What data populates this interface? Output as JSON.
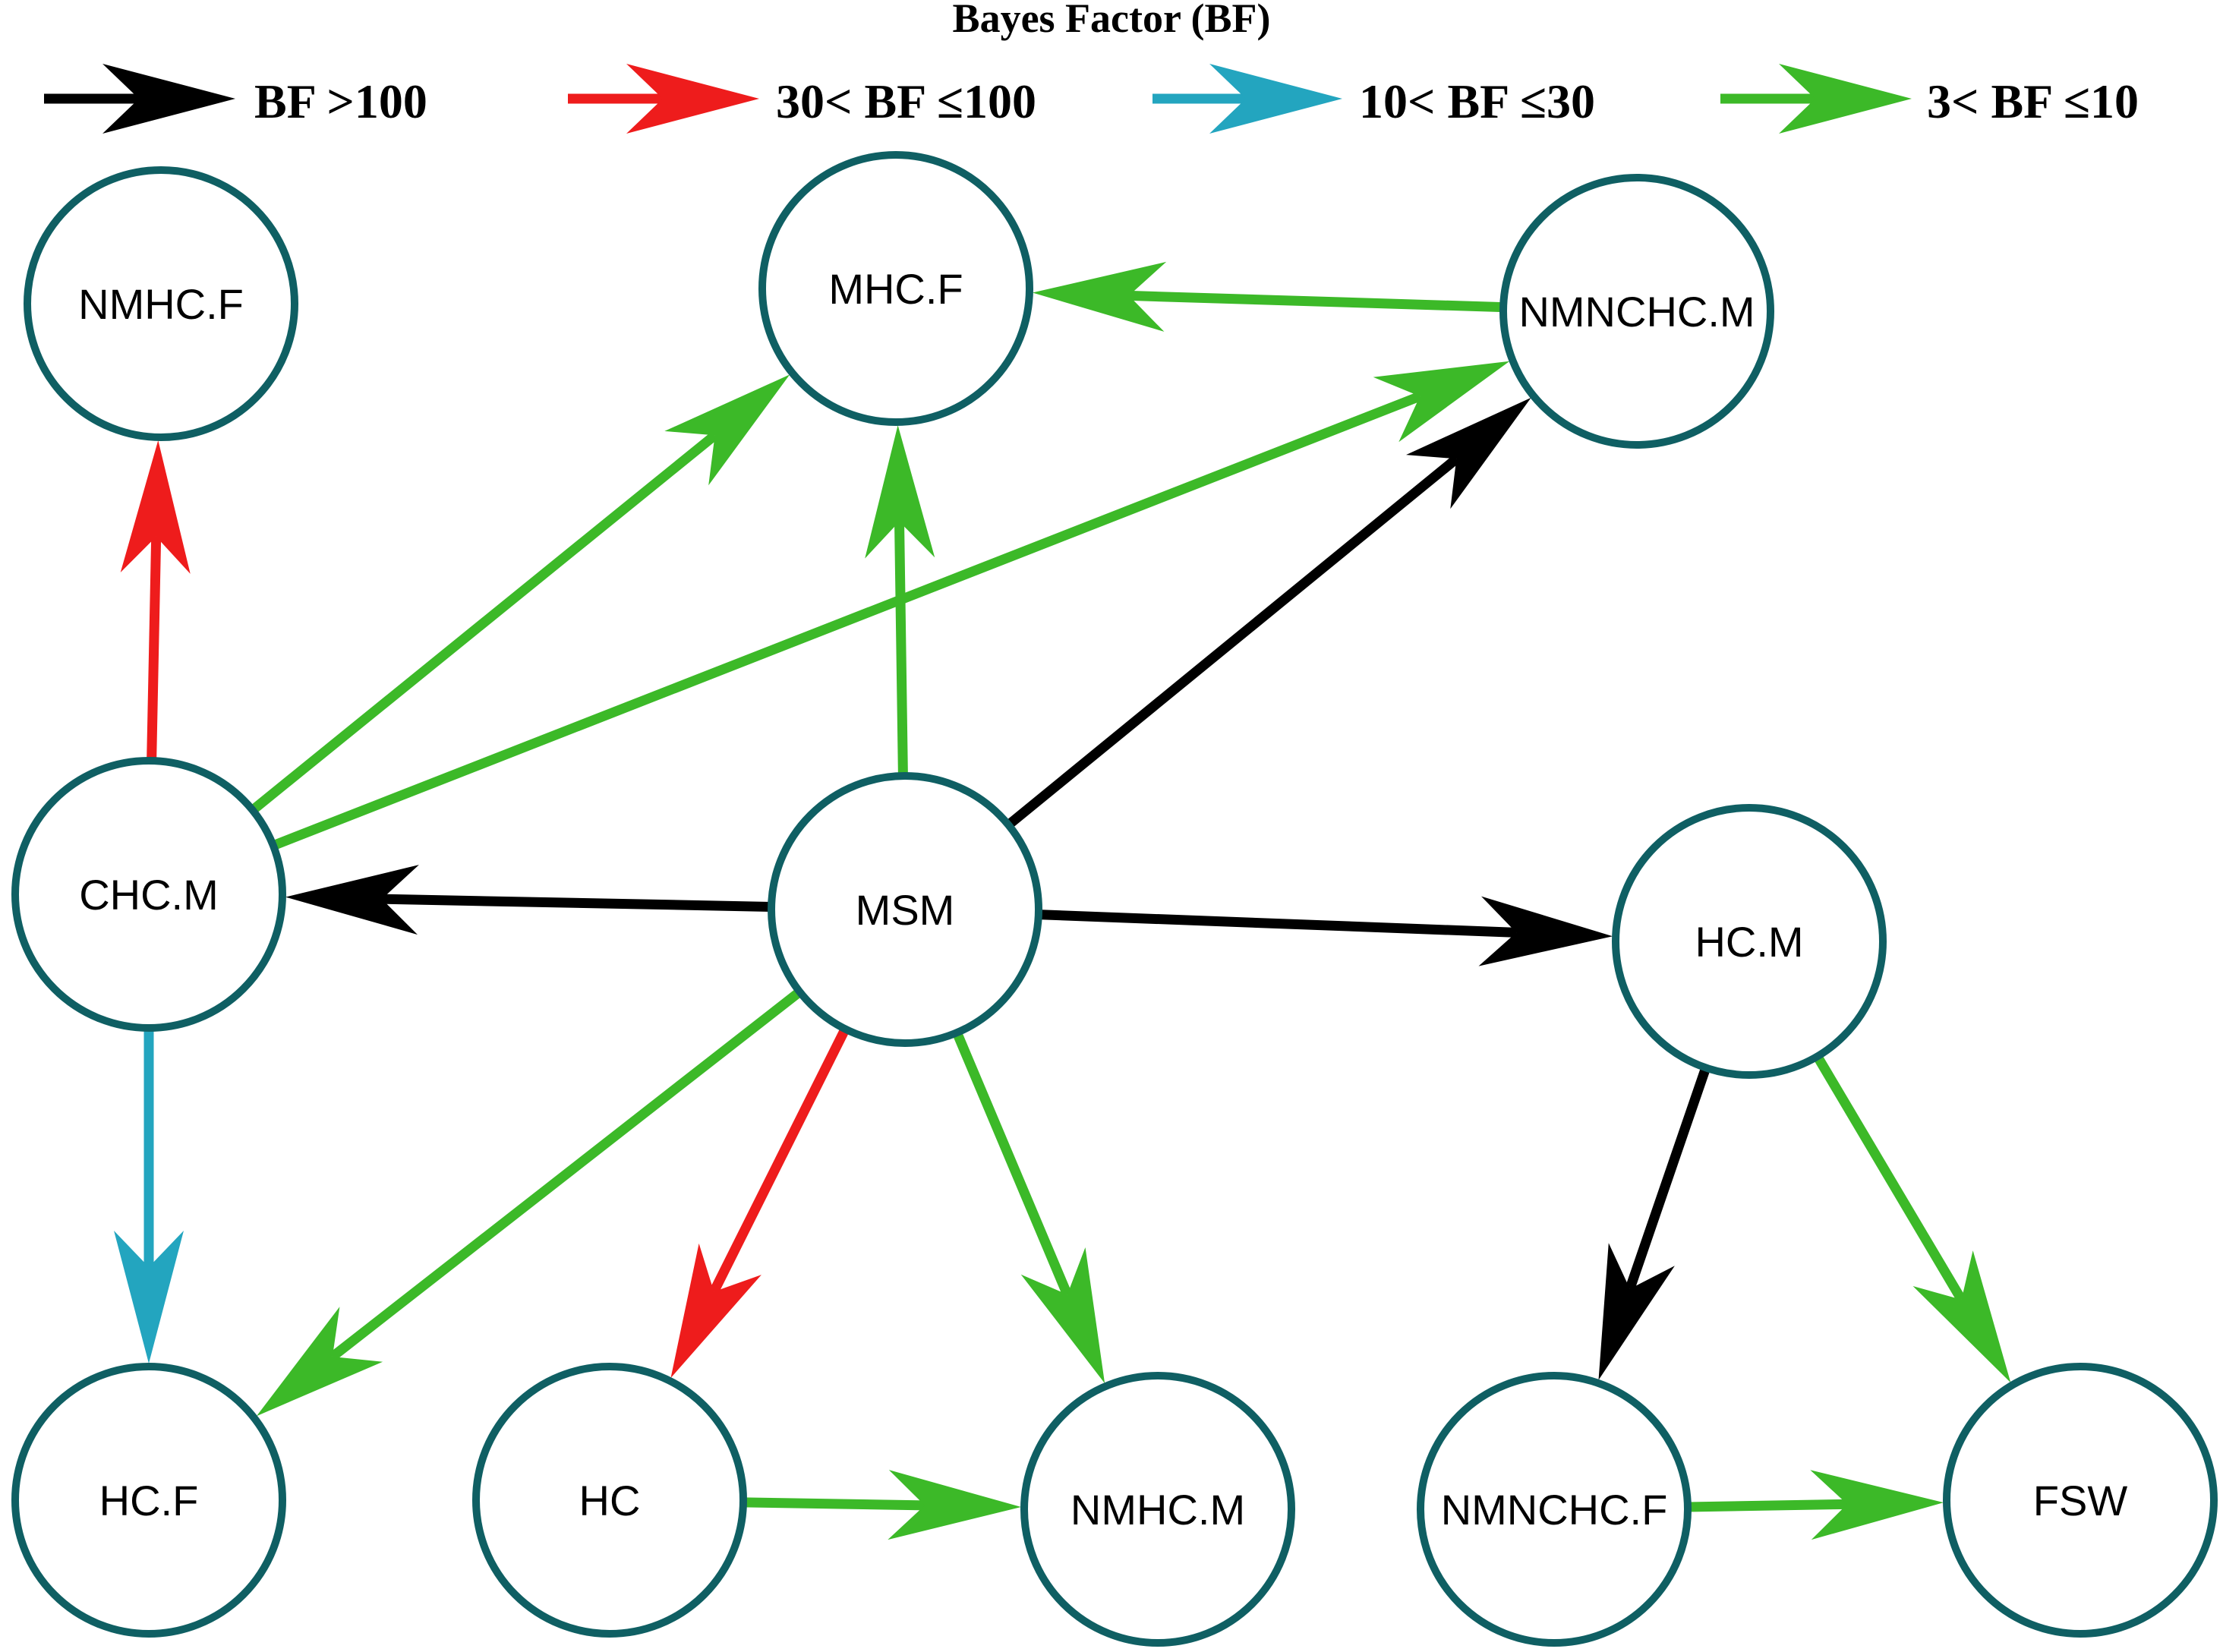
{
  "legend": {
    "title": "Bayes Factor (BF)",
    "items": [
      {
        "key": "very_strong",
        "label": "BF >100",
        "color": "#000000"
      },
      {
        "key": "strong",
        "label": "30< BF ≤100",
        "color": "#ee1c1c"
      },
      {
        "key": "moderate",
        "label": "10< BF ≤30",
        "color": "#23a5bf"
      },
      {
        "key": "substantial",
        "label": "3< BF ≤10",
        "color": "#3cb928"
      }
    ]
  },
  "nodes": [
    {
      "id": "NMHC.F",
      "label": "NMHC.F"
    },
    {
      "id": "MHC.F",
      "label": "MHC.F"
    },
    {
      "id": "NMNCHC.M",
      "label": "NMNCHC.M"
    },
    {
      "id": "CHC.M",
      "label": "CHC.M"
    },
    {
      "id": "MSM",
      "label": "MSM"
    },
    {
      "id": "HC.M",
      "label": "HC.M"
    },
    {
      "id": "HC.F",
      "label": "HC.F"
    },
    {
      "id": "HC",
      "label": "HC"
    },
    {
      "id": "NMHC.M",
      "label": "NMHC.M"
    },
    {
      "id": "NMNCHC.F",
      "label": "NMNCHC.F"
    },
    {
      "id": "FSW",
      "label": "FSW"
    }
  ],
  "edges": [
    {
      "from": "CHC.M",
      "to": "NMHC.F",
      "strength": "strong"
    },
    {
      "from": "CHC.M",
      "to": "MHC.F",
      "strength": "substantial"
    },
    {
      "from": "CHC.M",
      "to": "NMNCHC.M",
      "strength": "substantial"
    },
    {
      "from": "CHC.M",
      "to": "HC.F",
      "strength": "moderate"
    },
    {
      "from": "NMNCHC.M",
      "to": "MHC.F",
      "strength": "substantial"
    },
    {
      "from": "MSM",
      "to": "MHC.F",
      "strength": "substantial"
    },
    {
      "from": "MSM",
      "to": "NMNCHC.M",
      "strength": "very_strong"
    },
    {
      "from": "MSM",
      "to": "CHC.M",
      "strength": "very_strong"
    },
    {
      "from": "MSM",
      "to": "HC.M",
      "strength": "very_strong"
    },
    {
      "from": "MSM",
      "to": "HC.F",
      "strength": "substantial"
    },
    {
      "from": "MSM",
      "to": "HC",
      "strength": "strong"
    },
    {
      "from": "MSM",
      "to": "NMHC.M",
      "strength": "substantial"
    },
    {
      "from": "HC",
      "to": "NMHC.M",
      "strength": "substantial"
    },
    {
      "from": "HC.M",
      "to": "NMNCHC.F",
      "strength": "very_strong"
    },
    {
      "from": "HC.M",
      "to": "FSW",
      "strength": "substantial"
    },
    {
      "from": "NMNCHC.F",
      "to": "FSW",
      "strength": "substantial"
    }
  ]
}
